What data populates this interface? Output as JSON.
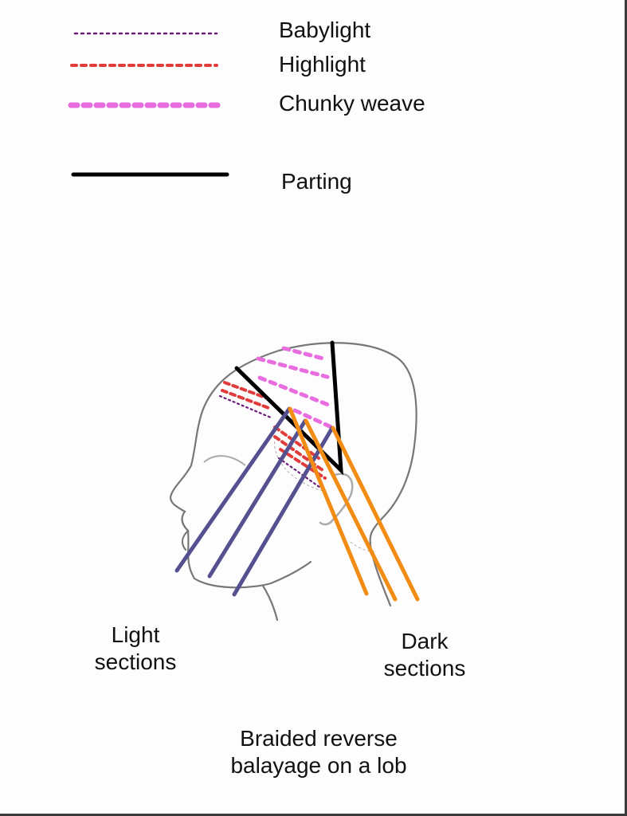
{
  "legend": [
    {
      "key": "babylight",
      "label": "Babylight",
      "color": "#6b1a7a",
      "style": "dotted"
    },
    {
      "key": "highlight",
      "label": "Highlight",
      "color": "#e03c3c",
      "style": "dashed"
    },
    {
      "key": "chunky_weave",
      "label": "Chunky weave",
      "color": "#e86ee0",
      "style": "thick-dashed"
    },
    {
      "key": "parting",
      "label": "Parting",
      "color": "#000000",
      "style": "solid"
    }
  ],
  "annotations": {
    "light_sections": [
      "Light",
      "sections"
    ],
    "dark_sections": [
      "Dark",
      "sections"
    ]
  },
  "caption": [
    "Braided reverse",
    "balayage on a lob"
  ],
  "colors": {
    "light_section_line": "#55508f",
    "dark_section_line": "#f28c14",
    "head_outline": "#777777",
    "ear_outline": "#aaaaaa"
  }
}
